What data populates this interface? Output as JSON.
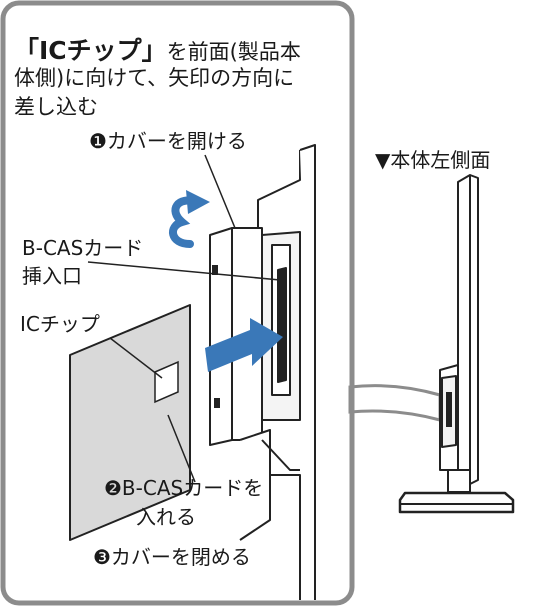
{
  "instruction": {
    "emphasis": "「ICチップ」",
    "line1_rest": "を前面(製品本",
    "line2": "体側)に向けて、矢印の方向に",
    "line3": "差し込む"
  },
  "steps": {
    "step1": "❶カバーを開ける",
    "step2_line1": "❷B-CASカードを",
    "step2_line2": "入れる",
    "step3": "❸カバーを閉める"
  },
  "labels": {
    "slot_line1": "B-CASカード",
    "slot_line2": "挿入口",
    "chip": "ICチップ"
  },
  "side_view": {
    "title": "▼本体左側面"
  },
  "colors": {
    "frame": "#8c8c8c",
    "arrow_blue": "#3a78b8",
    "card_gray": "#d9d9d9",
    "line": "#222222"
  }
}
